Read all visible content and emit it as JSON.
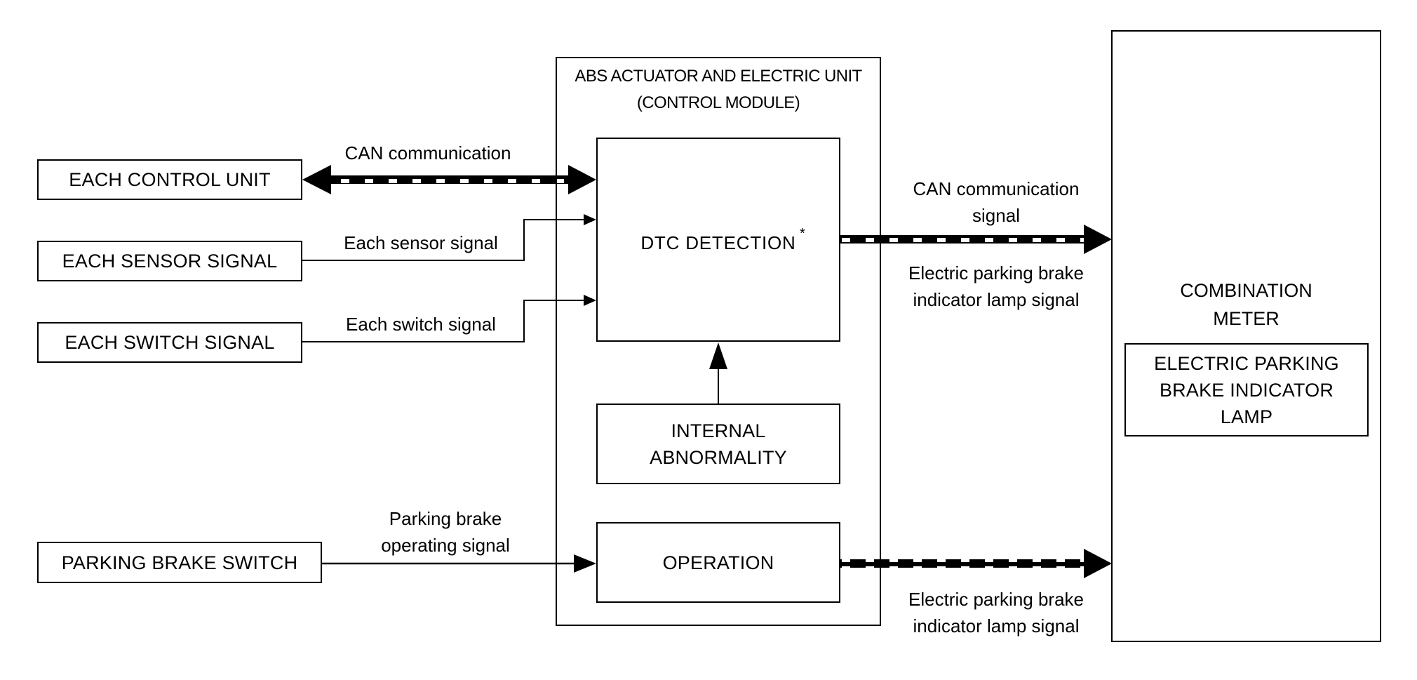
{
  "diagram": {
    "external_inputs": [
      {
        "id": "each-control-unit",
        "label": "EACH CONTROL UNIT"
      },
      {
        "id": "each-sensor-signal",
        "label": "EACH SENSOR SIGNAL"
      },
      {
        "id": "each-switch-signal",
        "label": "EACH SWITCH SIGNAL"
      },
      {
        "id": "parking-brake-switch",
        "label": "PARKING BRAKE SWITCH"
      }
    ],
    "abs_unit": {
      "title_line1": "ABS ACTUATOR AND ELECTRIC UNIT",
      "title_line2": "(CONTROL MODULE)",
      "dtc_detection": "DTC DETECTION",
      "dtc_asterisk": "*",
      "internal_abnormality_line1": "INTERNAL",
      "internal_abnormality_line2": "ABNORMALITY",
      "operation": "OPERATION"
    },
    "combination_meter": {
      "title_line1": "COMBINATION",
      "title_line2": "METER",
      "lamp_line1": "ELECTRIC PARKING",
      "lamp_line2": "BRAKE INDICATOR",
      "lamp_line3": "LAMP"
    },
    "signals": {
      "can_communication": "CAN communication",
      "each_sensor_signal": "Each sensor signal",
      "each_switch_signal": "Each switch signal",
      "parking_brake_line1": "Parking brake",
      "parking_brake_line2": "operating signal",
      "can_signal_line1": "CAN communication",
      "can_signal_line2": "signal",
      "epb_lamp_signal_top_line1": "Electric parking brake",
      "epb_lamp_signal_top_line2": "indicator lamp signal",
      "epb_lamp_signal_bottom_line1": "Electric parking brake",
      "epb_lamp_signal_bottom_line2": "indicator lamp signal"
    },
    "connections": [
      {
        "from": "EACH CONTROL UNIT",
        "to": "DTC DETECTION",
        "type": "CAN bidirectional"
      },
      {
        "from": "EACH SENSOR SIGNAL",
        "to": "DTC DETECTION",
        "type": "wire"
      },
      {
        "from": "EACH SWITCH SIGNAL",
        "to": "DTC DETECTION",
        "type": "wire"
      },
      {
        "from": "INTERNAL ABNORMALITY",
        "to": "DTC DETECTION",
        "type": "wire"
      },
      {
        "from": "PARKING BRAKE SWITCH",
        "to": "OPERATION",
        "type": "wire"
      },
      {
        "from": "DTC DETECTION",
        "to": "COMBINATION METER",
        "type": "CAN"
      },
      {
        "from": "OPERATION",
        "to": "COMBINATION METER",
        "type": "CAN"
      }
    ]
  }
}
